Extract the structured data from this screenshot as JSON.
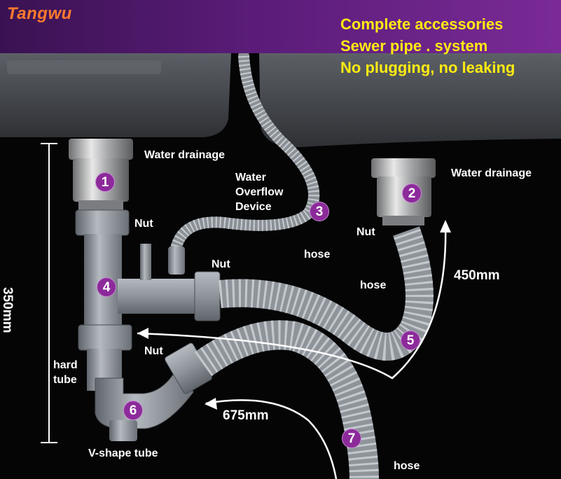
{
  "brand": "Tangwu",
  "headlines": [
    "Complete accessories",
    "Sewer pipe . system",
    "No plugging, no leaking"
  ],
  "labels": {
    "water_drainage": "Water drainage",
    "water_overflow_device": [
      "Water",
      "Overflow",
      "Device"
    ],
    "nut": "Nut",
    "hose": "hose",
    "hard_tube": [
      "hard",
      "tube"
    ],
    "v_shape_tube": "V-shape tube"
  },
  "dimensions": {
    "height": "350mm",
    "hose_short": "450mm",
    "hose_long": "675mm"
  },
  "numbers": [
    "1",
    "2",
    "3",
    "4",
    "5",
    "6",
    "7"
  ],
  "colors": {
    "banner": "#5a1c78",
    "brand": "#ff7a2e",
    "headline": "#ffeb12",
    "badge": "#8c2a9a",
    "pipe": "#8e949a",
    "sink": "#4a4d52"
  }
}
